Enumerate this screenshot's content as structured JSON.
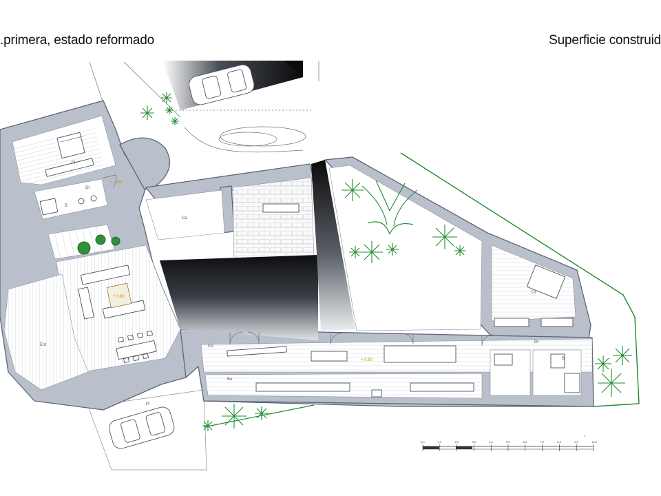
{
  "captions": {
    "left": ".primera, estado reformado",
    "right": "Superficie construid"
  },
  "plan": {
    "room_labels": [
      "Pl",
      "Dt",
      "B",
      "Ca",
      "Ent",
      "Co",
      "Bo",
      "Dt",
      "Dt",
      "B",
      "Pl"
    ],
    "level_labels": [
      "+ 1.90",
      "+ 0.90",
      "+ 0.90"
    ],
    "scale_bar_ticks": [
      "0.0",
      "1.0",
      "2.0",
      "3.0",
      "4.0",
      "5.0",
      "6.0",
      "7.0",
      "8.0",
      "9.0",
      "10.0"
    ]
  },
  "colors": {
    "wall_fill": "#b9c0cc",
    "wall_stroke": "#5c6574",
    "plant": "#1e8a2e",
    "boundary": "#1e8a2e",
    "shadow": "#0b0b0b"
  }
}
